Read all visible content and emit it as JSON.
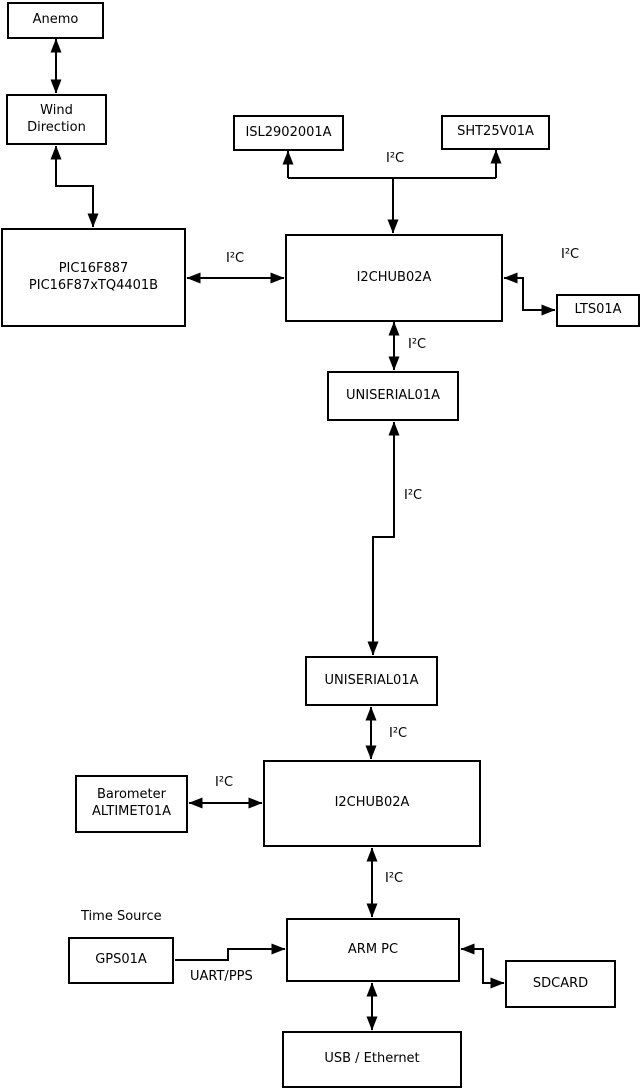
{
  "diagram": {
    "type": "block-diagram",
    "background_color": "#ffffff",
    "line_color": "#000000",
    "box_border_color": "#000000",
    "box_fill_color": "#ffffff",
    "nodes": {
      "anemo": {
        "label": "Anemo"
      },
      "wind_direction": {
        "label": "Wind\nDirection"
      },
      "pic": {
        "label": "PIC16F887\nPIC16F87xTQ4401B"
      },
      "isl": {
        "label": "ISL2902001A"
      },
      "sht": {
        "label": "SHT25V01A"
      },
      "i2chub_top": {
        "label": "I2CHUB02A"
      },
      "lts": {
        "label": "LTS01A"
      },
      "uniserial_top": {
        "label": "UNISERIAL01A"
      },
      "uniserial_bottom": {
        "label": "UNISERIAL01A"
      },
      "i2chub_bottom": {
        "label": "I2CHUB02A"
      },
      "barometer": {
        "label": "Barometer\nALTIMET01A"
      },
      "arm_pc": {
        "label": "ARM PC"
      },
      "gps": {
        "label": "GPS01A"
      },
      "sdcard": {
        "label": "SDCARD"
      },
      "usb_ethernet": {
        "label": "USB / Ethernet"
      }
    },
    "edge_labels": {
      "i2c_isl_sht": "I²C",
      "i2c_pic_hub": "I²C",
      "i2c_hub_lts": "I²C",
      "i2c_hub_uniserial": "I²C",
      "i2c_uniserial_link": "I²C",
      "i2c_uniserial_hub2": "I²C",
      "i2c_barometer_hub2": "I²C",
      "i2c_hub2_armpc": "I²C",
      "time_source": "Time Source",
      "uart_pps": "UART/PPS"
    }
  }
}
